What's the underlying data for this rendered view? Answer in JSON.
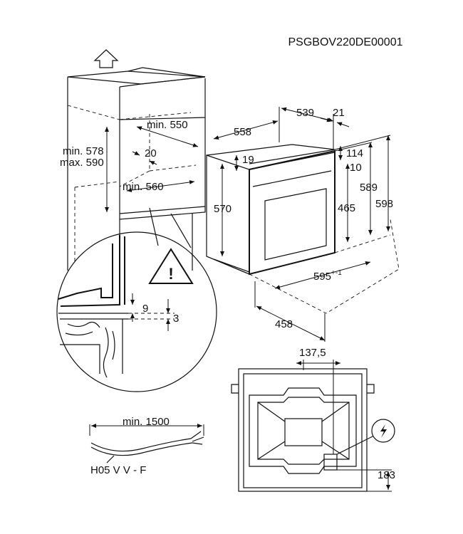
{
  "model_code": "PSGBOV220DE00001",
  "niche": {
    "min_578": "min. 578",
    "max_590": "max. 590",
    "min_550": "min. 550",
    "d20": "20",
    "min_560": "min. 560"
  },
  "oven": {
    "d558": "558",
    "d539": "539",
    "d21": "21",
    "d19": "19",
    "d114": "114",
    "d10": "10",
    "d570": "570",
    "d589": "589",
    "d598": "598",
    "d465": "465",
    "d595": "595",
    "d595_tol": "+-1",
    "d458": "458"
  },
  "detail": {
    "d9": "9",
    "d3": "3"
  },
  "cable": {
    "length": "min. 1500",
    "type": "H05 V V - F"
  },
  "back": {
    "d137_5": "137,5",
    "d183": "183"
  },
  "icons": {
    "warning": "warning-triangle-icon",
    "power": "power-socket-icon",
    "arrow": "arrow-up-icon"
  },
  "colors": {
    "line": "#111111",
    "background": "#ffffff"
  }
}
